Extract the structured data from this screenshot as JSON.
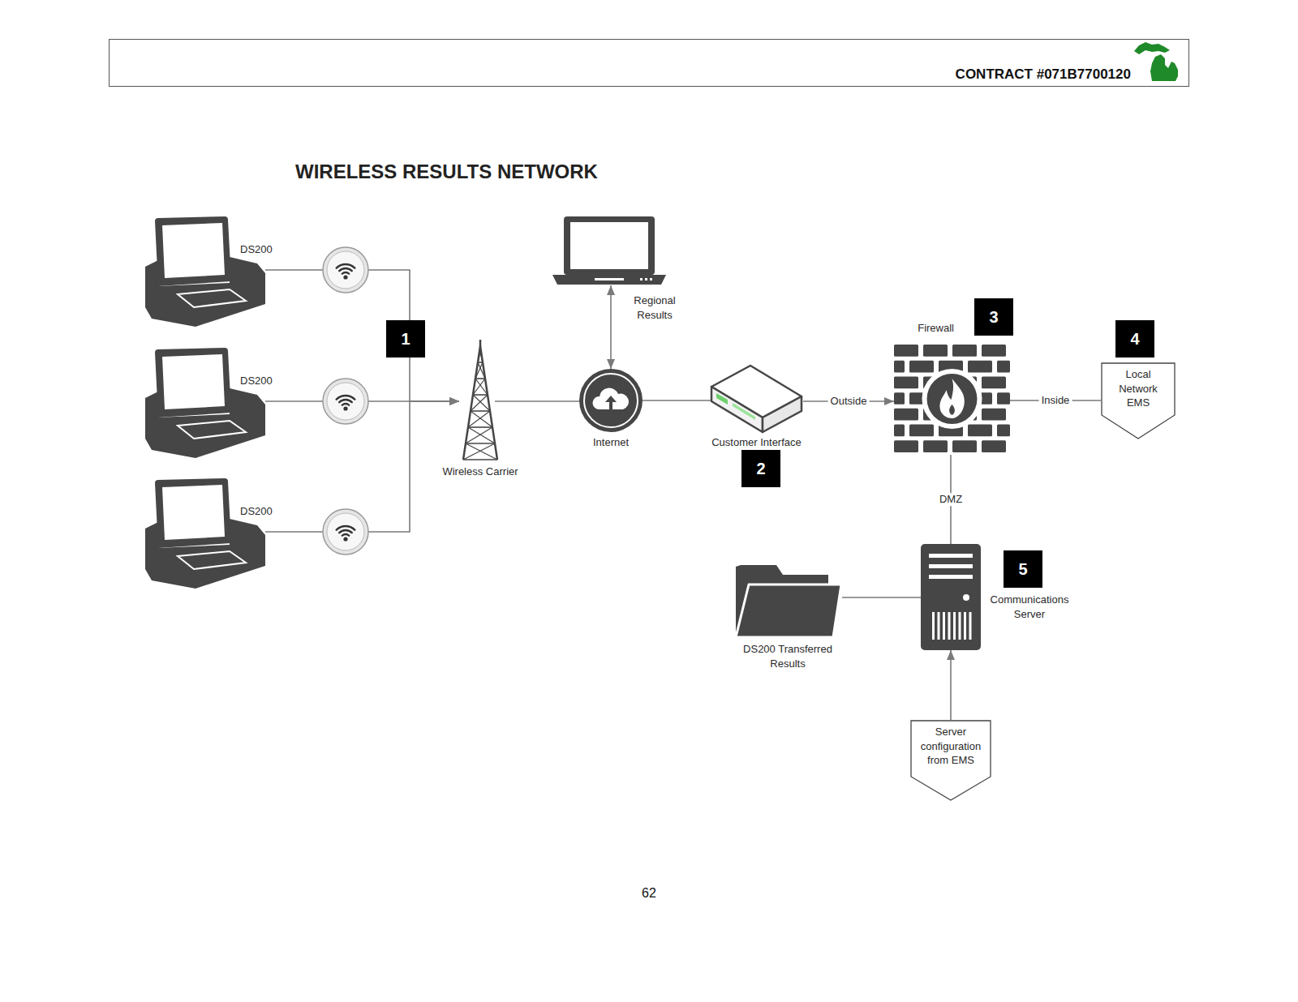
{
  "diagram": {
    "title": "WIRELESS RESULTS NETWORK",
    "nodes": [
      {
        "text": [
          "DS200"
        ]
      },
      {
        "text": [
          "DS200"
        ]
      },
      {
        "text": [
          "DS200"
        ]
      },
      {
        "text": [
          "Wireless Carrier"
        ]
      },
      {
        "text": [
          "Internet"
        ]
      },
      {
        "text": [
          "Regional Results"
        ]
      },
      {
        "text": [
          "Customer Interface"
        ]
      },
      {
        "text": [
          "Firewall"
        ]
      },
      {
        "text": [
          "Local Network EMS"
        ]
      },
      {
        "text": [
          "Communications Server"
        ]
      },
      {
        "text": [
          "DS200 Transferred Results"
        ]
      },
      {
        "text": [
          "Server configuration from EMS"
        ]
      }
    ],
    "edges": [
      {
        "from": 0,
        "to": 3,
        "arrow": "to"
      },
      {
        "from": 1,
        "to": 3,
        "arrow": "to"
      },
      {
        "from": 2,
        "to": 3,
        "arrow": "to"
      },
      {
        "from": 3,
        "to": 4,
        "arrow": "none"
      },
      {
        "from": 4,
        "to": 5,
        "arrow": "both"
      },
      {
        "from": 4,
        "to": 6,
        "arrow": "none"
      },
      {
        "from": 6,
        "to": 7,
        "label": "Outside",
        "arrow": "to"
      },
      {
        "from": 7,
        "to": 8,
        "label": "Inside",
        "arrow": "none"
      },
      {
        "from": 7,
        "to": 9,
        "label": "DMZ",
        "arrow": "none"
      },
      {
        "from": 10,
        "to": 9,
        "arrow": "none"
      },
      {
        "from": 11,
        "to": 9,
        "arrow": "to"
      }
    ],
    "labels": [
      "CONTRACT #071B7700120",
      "1",
      "2",
      "3",
      "4",
      "5",
      "62"
    ]
  }
}
